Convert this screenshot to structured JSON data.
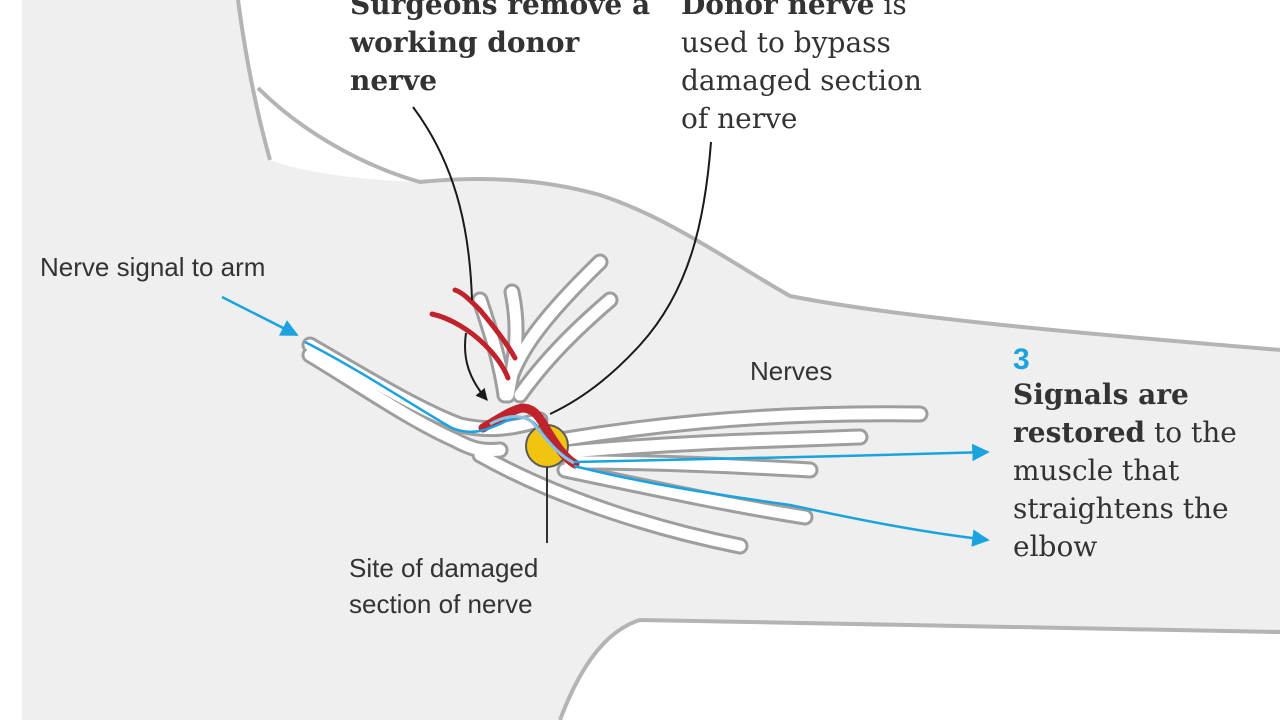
{
  "colors": {
    "background": "#ffffff",
    "arm_fill": "#efefef",
    "arm_outline": "#b4b4b4",
    "nerve_fill": "#ffffff",
    "nerve_outline": "#9e9e9e",
    "donor_nerve": "#c0232b",
    "signal": "#1aa3de",
    "damage_site": "#f1c40f",
    "leader_line": "#1a1a1a",
    "text": "#333333"
  },
  "labels": {
    "step1": {
      "bold_a": "Surgeons remove a",
      "bold_b": "working donor",
      "bold_c": "nerve"
    },
    "step2": {
      "bold": "Donor nerve",
      "rest_a": " is",
      "rest_b": "used to bypass",
      "rest_c": "damaged section",
      "rest_d": "of nerve"
    },
    "nerve_signal": "Nerve signal to arm",
    "nerves": "Nerves",
    "site_a": "Site of damaged",
    "site_b": "section of nerve",
    "step3": {
      "number": "3",
      "bold_a": "Signals are",
      "bold_b": "restored",
      "rest_b": " to the",
      "line_c": "muscle that",
      "line_d": "straightens the",
      "line_e": "elbow"
    }
  },
  "icons": [
    "arrow-icon",
    "damage-site-marker"
  ]
}
